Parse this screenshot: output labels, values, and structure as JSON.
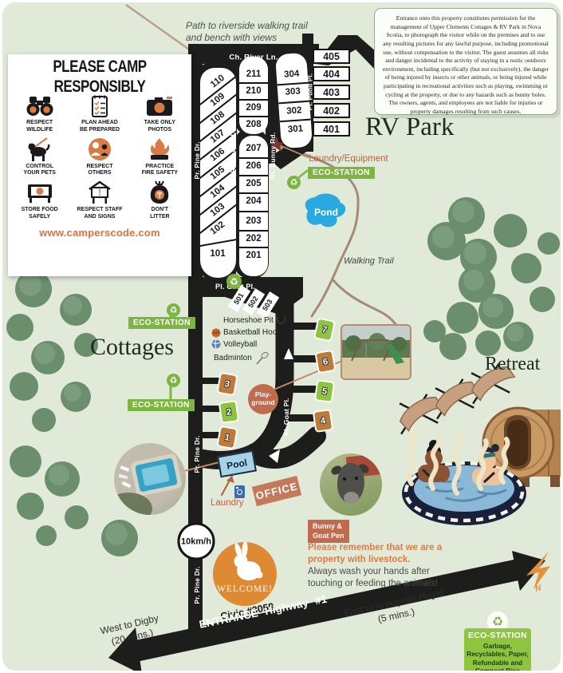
{
  "poster": {
    "title": "PLEASE CAMP RESPONSIBLY",
    "website": "www.camperscode.com",
    "items": [
      {
        "icon": "binoculars-icon",
        "label": "RESPECT\nWILDLIFE"
      },
      {
        "icon": "checklist-icon",
        "label": "PLAN AHEAD\nBE PREPARED"
      },
      {
        "icon": "camera-icon",
        "label": "TAKE ONLY\nPHOTOS"
      },
      {
        "icon": "dog-leash-icon",
        "label": "CONTROL\nYOUR PETS"
      },
      {
        "icon": "people-icon",
        "label": "RESPECT\nOTHERS"
      },
      {
        "icon": "fire-icon",
        "label": "PRACTICE\nFIRE SAFETY"
      },
      {
        "icon": "food-storage-icon",
        "label": "STORE FOOD\nSAFELY"
      },
      {
        "icon": "sign-icon",
        "label": "RESPECT STAFF\nAND SIGNS"
      },
      {
        "icon": "trash-bag-icon",
        "label": "DON'T\nLITTER"
      }
    ]
  },
  "disclaimer": "Entrance onto this property constitutes permission for the management of Upper Clements Cottages & RV Park in Nova Scotia, to photograph the visitor while on the premises and to use any resulting pictures for any lawful purpose, including promotional use, without compensation to the visitor. The guest assumes all risks and danger incidental to the activity of staying in a rustic outdoors environment, including specifically (but not exclusively), the danger of being injured by insects or other animals, or being injured while participating in recreational activities such as playing, swimming or cycling at the property, or due to any hazards such as bunny holes. The owners, agents, and employees are not liable for injuries or property damages resulting from such causes.",
  "map": {
    "path_note": "Path to riverside walking trail\nand bench with views",
    "areas": {
      "rv_park": "RV Park",
      "cottages": "Cottages",
      "retreat": "Retreat"
    },
    "walking_trail": "Walking Trail",
    "pond": "Pond"
  },
  "roads": {
    "ch_river_ln": "Ch. River Ln.",
    "pine_dr": "Pr. Pine Dr.",
    "deer_rd": "Rt. Deer Rd.",
    "bunny_rd": "Rt. Bunny Rd.",
    "pond_pl": "Pl. Pond Pl.",
    "goat_pl": "Pl. Goat Pl."
  },
  "lots": {
    "diagonal": [
      "110",
      "109",
      "108",
      "107",
      "106",
      "105",
      "104",
      "103",
      "102"
    ],
    "diagonal_end": "101",
    "col2a": [
      "211",
      "210",
      "209",
      "208"
    ],
    "col2b": [
      "207",
      "206",
      "205",
      "204",
      "203",
      "202",
      "201"
    ],
    "col3": [
      "304",
      "303",
      "302",
      "301"
    ],
    "col4": [
      "405",
      "404",
      "403",
      "402",
      "401"
    ],
    "col5": [
      "501",
      "502",
      "503"
    ]
  },
  "eco": {
    "badge": "ECO-STATION",
    "box_title": "ECO-STATION",
    "box_body": "Garbage,\nRecyclables, Paper,\nRefundable and\nCompost Bins"
  },
  "amenities": {
    "items": [
      {
        "icon": "horseshoe-icon",
        "label": "Horseshoe Pit"
      },
      {
        "icon": "basketball-icon",
        "label": "Basketball Hoop"
      },
      {
        "icon": "volleyball-icon",
        "label": "Volleyball"
      },
      {
        "icon": "badminton-icon",
        "label": "Badminton"
      }
    ]
  },
  "cottages": {
    "pins": [
      {
        "num": "7",
        "color": "green"
      },
      {
        "num": "6",
        "color": "brown"
      },
      {
        "num": "5",
        "color": "green"
      },
      {
        "num": "4",
        "color": "brown"
      },
      {
        "num": "3",
        "color": "brown"
      },
      {
        "num": "2",
        "color": "green"
      },
      {
        "num": "1",
        "color": "brown"
      }
    ]
  },
  "facilities": {
    "laundry_equipment": "Laundry/Equipment",
    "pool": "Pool",
    "office": "OFFICE",
    "laundry": "Laundry",
    "playground_line1": "Play-",
    "playground_line2": "ground",
    "bunny_goat_pen": "Bunny &\nGoat Pen"
  },
  "notices": {
    "livestock_bold": "Please remember that we are a\nproperty with livestock.",
    "livestock_rest": "Always wash your hands after\ntouching or feeding the animals!"
  },
  "entrance": {
    "speed_limit": "10km/h",
    "welcome": "WELCOME!",
    "civic": "Civic #3059",
    "highway": "ENTRANCE Highway #1",
    "west": "West to Digby\n(20 mins.)",
    "east": "East to Annapolis Royal\n(5 mins.)",
    "compass": "N"
  },
  "colors": {
    "background": "#e1ead9",
    "road": "#1d1d1b",
    "accent_green": "#7cb53f",
    "accent_terracotta": "#c2603d",
    "accent_orange": "#df8434",
    "pond_blue": "#2aa9e0"
  }
}
